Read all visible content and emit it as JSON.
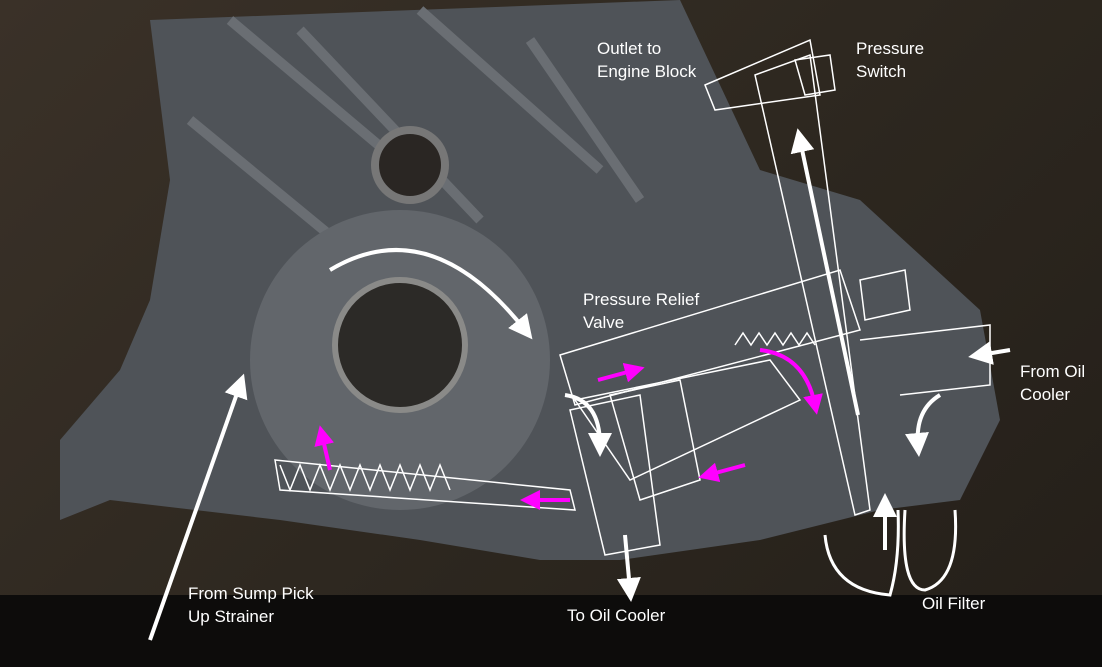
{
  "title": "Oil pump flow diagram",
  "labels": {
    "outlet": [
      "Outlet to",
      "Engine Block"
    ],
    "pressure_switch": [
      "Pressure",
      "Switch"
    ],
    "relief_valve": [
      "Pressure Relief",
      "Valve"
    ],
    "from_oil_cooler": [
      "From Oil",
      "Cooler"
    ],
    "from_sump": [
      "From Sump Pick",
      "Up Strainer"
    ],
    "to_oil_cooler": "To Oil Cooler",
    "oil_filter": "Oil Filter"
  },
  "colors": {
    "flow_arrow": "#ffffff",
    "pressure_arrow": "#ff00ff",
    "housing": "#5b5e63"
  }
}
